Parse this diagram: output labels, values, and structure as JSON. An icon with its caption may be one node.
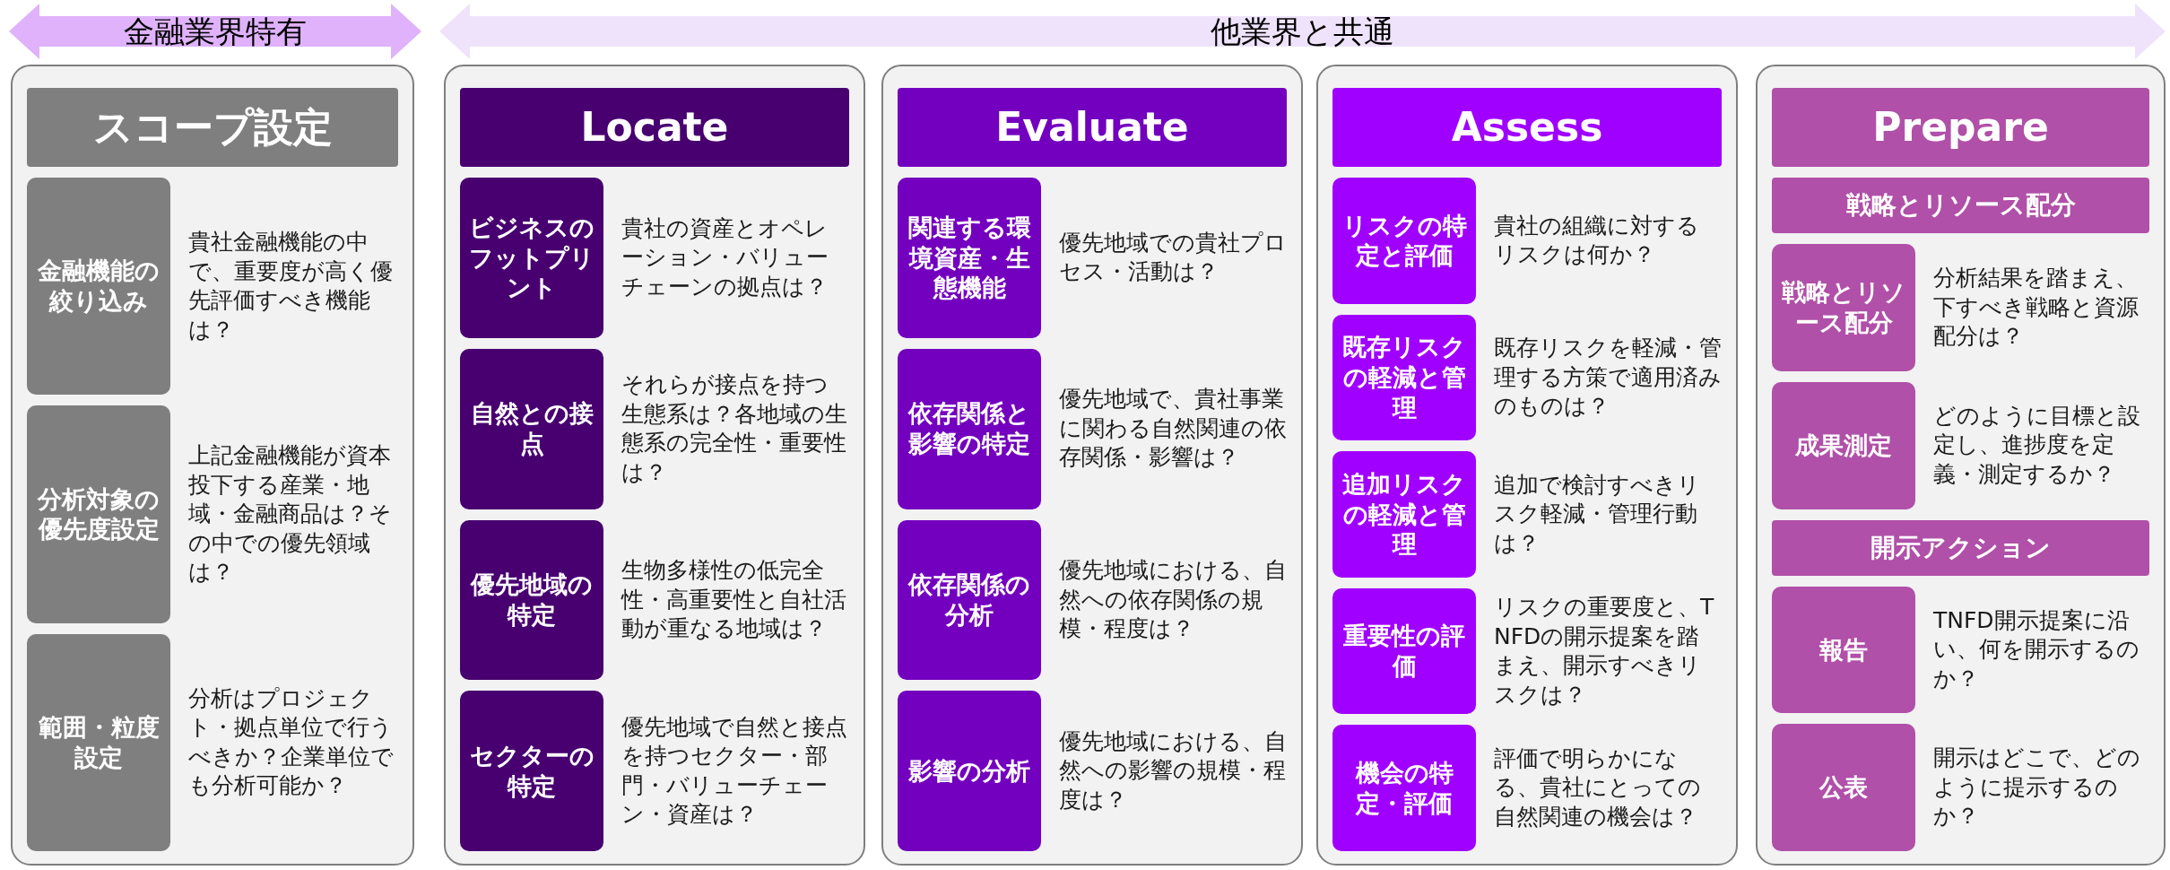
{
  "diagram": {
    "nodes": [
      {
        "text": [
          "金融業界特有"
        ]
      },
      {
        "text": [
          "他業界と共通"
        ]
      },
      {
        "text": [],
        "shape": "box"
      },
      {
        "text": [
          "スコープ設定"
        ],
        "in": 2
      },
      {
        "text": [
          "金融機能の絞り込み"
        ],
        "in": 2,
        "beside": [
          "貴社金融機能の中で、重要度が高く優先評価すべき機能は？"
        ]
      },
      {
        "text": [
          "分析対象の優先度設定"
        ],
        "in": 2,
        "beside": [
          "上記金融機能が資本投下する産業・地域・金融商品は？その中での優先領域は？"
        ]
      },
      {
        "text": [
          "範囲・粒度設定"
        ],
        "in": 2,
        "beside": [
          "分析はプロジェクト・拠点単位で行うべきか？企業単位でも分析可能か？"
        ]
      },
      {
        "text": [],
        "shape": "box"
      },
      {
        "text": [
          "Locate"
        ],
        "in": 7
      },
      {
        "text": [
          "ビジネスのフットプリント"
        ],
        "in": 7,
        "beside": [
          "貴社の資産とオペレーション・バリューチェーンの拠点は？"
        ]
      },
      {
        "text": [
          "自然との接点"
        ],
        "in": 7,
        "beside": [
          "それらが接点を持つ生態系は？各地域の生態系の完全性・重要性は？"
        ]
      },
      {
        "text": [
          "優先地域の特定"
        ],
        "in": 7,
        "beside": [
          "生物多様性の低完全性・高重要性と自社活動が重なる地域は？"
        ]
      },
      {
        "text": [
          "セクターの特定"
        ],
        "in": 7,
        "beside": [
          "優先地域で自然と接点を持つセクター・部門・バリューチェーン・資産は？"
        ]
      },
      {
        "text": [],
        "shape": "box"
      },
      {
        "text": [
          "Evaluate"
        ],
        "in": 13
      },
      {
        "text": [
          "関連する環境資産・生態機能"
        ],
        "in": 13,
        "beside": [
          "優先地域での貴社プロセス・活動は？"
        ]
      },
      {
        "text": [
          "依存関係と影響の特定"
        ],
        "in": 13,
        "beside": [
          "優先地域で、貴社事業に関わる自然関連の依存関係・影響は？"
        ]
      },
      {
        "text": [
          "依存関係の分析"
        ],
        "in": 13,
        "beside": [
          "優先地域における、自然への依存関係の規模・程度は？"
        ]
      },
      {
        "text": [
          "影響の分析"
        ],
        "in": 13,
        "beside": [
          "優先地域における、自然への影響の規模・程度は？"
        ]
      },
      {
        "text": [],
        "shape": "box"
      },
      {
        "text": [
          "Assess"
        ],
        "in": 19
      },
      {
        "text": [
          "リスクの特定と評価"
        ],
        "in": 19,
        "beside": [
          "貴社の組織に対するリスクは何か？"
        ]
      },
      {
        "text": [
          "既存リスクの軽減と管理"
        ],
        "in": 19,
        "beside": [
          "既存リスクを軽減・管理する方策で適用済みのものは？"
        ]
      },
      {
        "text": [
          "追加リスクの軽減と管理"
        ],
        "in": 19,
        "beside": [
          "追加で検討すべきリスク軽減・管理行動は？"
        ]
      },
      {
        "text": [
          "重要性の評価"
        ],
        "in": 19,
        "beside": [
          "リスクの重要度と、TNFDの開示提案を踏まえ、開示すべきリスクは？"
        ]
      },
      {
        "text": [
          "機会の特定・評価"
        ],
        "in": 19,
        "beside": [
          "評価で明らかになる、貴社にとっての自然関連の機会は？"
        ]
      },
      {
        "text": [],
        "shape": "box"
      },
      {
        "text": [
          "Prepare"
        ],
        "in": 26
      },
      {
        "text": [
          "戦略とリソース配分"
        ],
        "in": 26
      },
      {
        "text": [
          "戦略とリソース配分"
        ],
        "in": 26,
        "beside": [
          "分析結果を踏まえ、下すべき戦略と資源配分は？"
        ]
      },
      {
        "text": [
          "成果測定"
        ],
        "in": 26,
        "beside": [
          "どのように目標と設定し、進捗度を定義・測定するか？"
        ]
      },
      {
        "text": [
          "開示アクション"
        ],
        "in": 26
      },
      {
        "text": [
          "報告"
        ],
        "in": 26,
        "beside": [
          "TNFD開示提案に沿い、何を開示するのか？"
        ]
      },
      {
        "text": [
          "公表"
        ],
        "in": 26,
        "beside": [
          "開示はどこで、どのように提示するのか？"
        ]
      }
    ]
  }
}
